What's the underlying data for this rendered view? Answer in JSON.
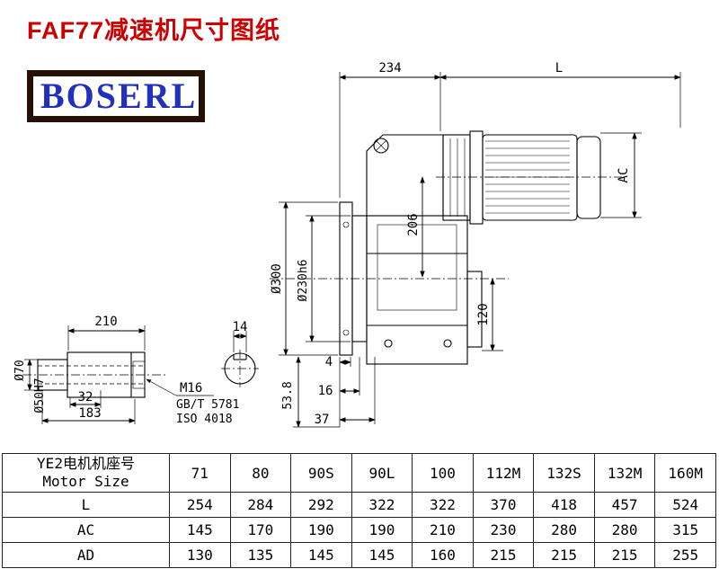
{
  "title": "FAF77减速机尺寸图纸",
  "logo": {
    "text": "BOSERL"
  },
  "colors": {
    "title": "#cc0000",
    "logo_text": "#2230bb",
    "logo_border": "#241104",
    "line": "#000000"
  },
  "drawing": {
    "dim_234": "234",
    "dim_L": "L",
    "dim_AC": "AC",
    "dim_206": "206",
    "dim_300": "Ø300",
    "dim_230": "Ø230h6",
    "dim_120": "120",
    "dim_4": "4",
    "dim_16": "16",
    "dim_37": "37",
    "dim_53": "53.8",
    "dim_210": "210",
    "dim_14": "14",
    "dim_70": "Ø70",
    "dim_50": "Ø50H7",
    "dim_32": "32",
    "dim_183": "183",
    "thread": "M16",
    "std_gb": "GB/T 5781",
    "std_iso": "ISO 4018"
  },
  "table": {
    "header": {
      "line1": "YE2电机机座号",
      "line2": "Motor Size"
    },
    "sizes": [
      "71",
      "80",
      "90S",
      "90L",
      "100",
      "112M",
      "132S",
      "132M",
      "160M"
    ],
    "rows": [
      {
        "label": "L",
        "values": [
          "254",
          "284",
          "292",
          "322",
          "322",
          "370",
          "418",
          "457",
          "524"
        ]
      },
      {
        "label": "AC",
        "values": [
          "145",
          "170",
          "190",
          "190",
          "210",
          "230",
          "280",
          "280",
          "315"
        ]
      },
      {
        "label": "AD",
        "values": [
          "130",
          "135",
          "145",
          "145",
          "160",
          "215",
          "215",
          "215",
          "255"
        ]
      }
    ]
  }
}
